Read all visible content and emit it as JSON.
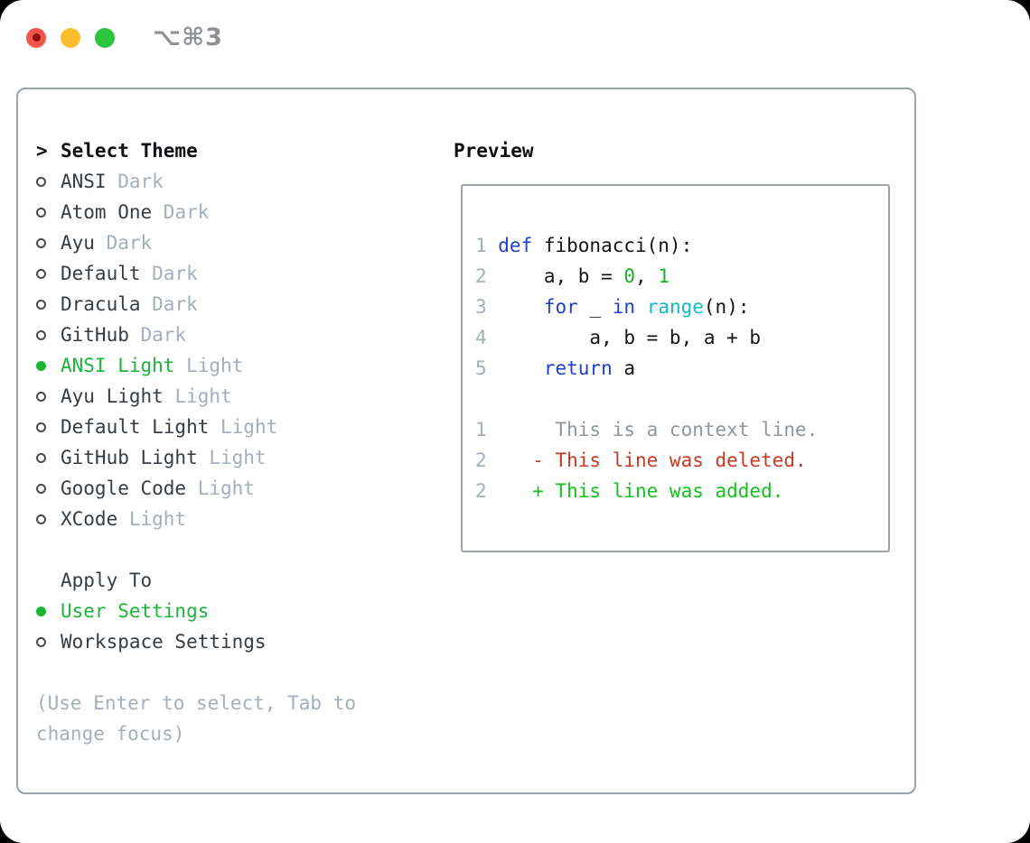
{
  "window": {
    "shortcut_label": "⌥⌘3"
  },
  "colors": {
    "accent_green": "#1db43a",
    "keyword_blue": "#2041cf",
    "builtin_cyan": "#14b9c8",
    "literal_green": "#1faf27",
    "added_green": "#13c11c",
    "deleted_red": "#c93a22",
    "muted_gray": "#a4aebc",
    "context_gray": "#8f969e",
    "text_dark": "#363c44",
    "code_text": "#121417",
    "panel_border": "#99a2ad",
    "traffic_red": "#f1544b",
    "traffic_red_dot": "#8c1309",
    "traffic_yellow": "#fcbd2f",
    "traffic_green": "#2cc53e",
    "titlebar_gray": "#8e9196"
  },
  "theme_list": {
    "prompt": ">",
    "header": "Select Theme",
    "items": [
      {
        "name": "ANSI",
        "tag": "Dark",
        "selected": false
      },
      {
        "name": "Atom One",
        "tag": "Dark",
        "selected": false
      },
      {
        "name": "Ayu",
        "tag": "Dark",
        "selected": false
      },
      {
        "name": "Default",
        "tag": "Dark",
        "selected": false
      },
      {
        "name": "Dracula",
        "tag": "Dark",
        "selected": false
      },
      {
        "name": "GitHub",
        "tag": "Dark",
        "selected": false
      },
      {
        "name": "ANSI Light",
        "tag": "Light",
        "selected": true
      },
      {
        "name": "Ayu Light",
        "tag": "Light",
        "selected": false
      },
      {
        "name": "Default Light",
        "tag": "Light",
        "selected": false
      },
      {
        "name": "GitHub Light",
        "tag": "Light",
        "selected": false
      },
      {
        "name": "Google Code",
        "tag": "Light",
        "selected": false
      },
      {
        "name": "XCode",
        "tag": "Light",
        "selected": false
      }
    ]
  },
  "apply_to": {
    "header": "Apply To",
    "options": [
      {
        "name": "User Settings",
        "selected": true
      },
      {
        "name": "Workspace Settings",
        "selected": false
      }
    ]
  },
  "help_text": "(Use Enter to select, Tab to change focus)",
  "preview": {
    "title": "Preview",
    "lines": [
      {
        "num": "1",
        "tokens": [
          {
            "text": "def",
            "color": "keyword"
          },
          {
            "text": " fibonacci(n):",
            "color": "plain"
          }
        ]
      },
      {
        "num": "2",
        "tokens": [
          {
            "text": "    a, b = ",
            "color": "plain"
          },
          {
            "text": "0",
            "color": "literal"
          },
          {
            "text": ", ",
            "color": "plain"
          },
          {
            "text": "1",
            "color": "literal"
          }
        ]
      },
      {
        "num": "3",
        "tokens": [
          {
            "text": "    ",
            "color": "plain"
          },
          {
            "text": "for",
            "color": "keyword"
          },
          {
            "text": " _ ",
            "color": "plain"
          },
          {
            "text": "in",
            "color": "keyword"
          },
          {
            "text": " ",
            "color": "plain"
          },
          {
            "text": "range",
            "color": "builtin"
          },
          {
            "text": "(n):",
            "color": "plain"
          }
        ]
      },
      {
        "num": "4",
        "tokens": [
          {
            "text": "        a, b = b, a + b",
            "color": "plain"
          }
        ]
      },
      {
        "num": "5",
        "tokens": [
          {
            "text": "    ",
            "color": "plain"
          },
          {
            "text": "return",
            "color": "keyword"
          },
          {
            "text": " a",
            "color": "plain"
          }
        ]
      },
      {
        "num": "",
        "tokens": []
      },
      {
        "num": "1",
        "tokens": [
          {
            "text": "     This is a context line.",
            "color": "context"
          }
        ]
      },
      {
        "num": "2",
        "tokens": [
          {
            "text": "   - This line was deleted.",
            "color": "deleted"
          }
        ]
      },
      {
        "num": "2",
        "tokens": [
          {
            "text": "   + This line was added.",
            "color": "added"
          }
        ]
      }
    ]
  }
}
